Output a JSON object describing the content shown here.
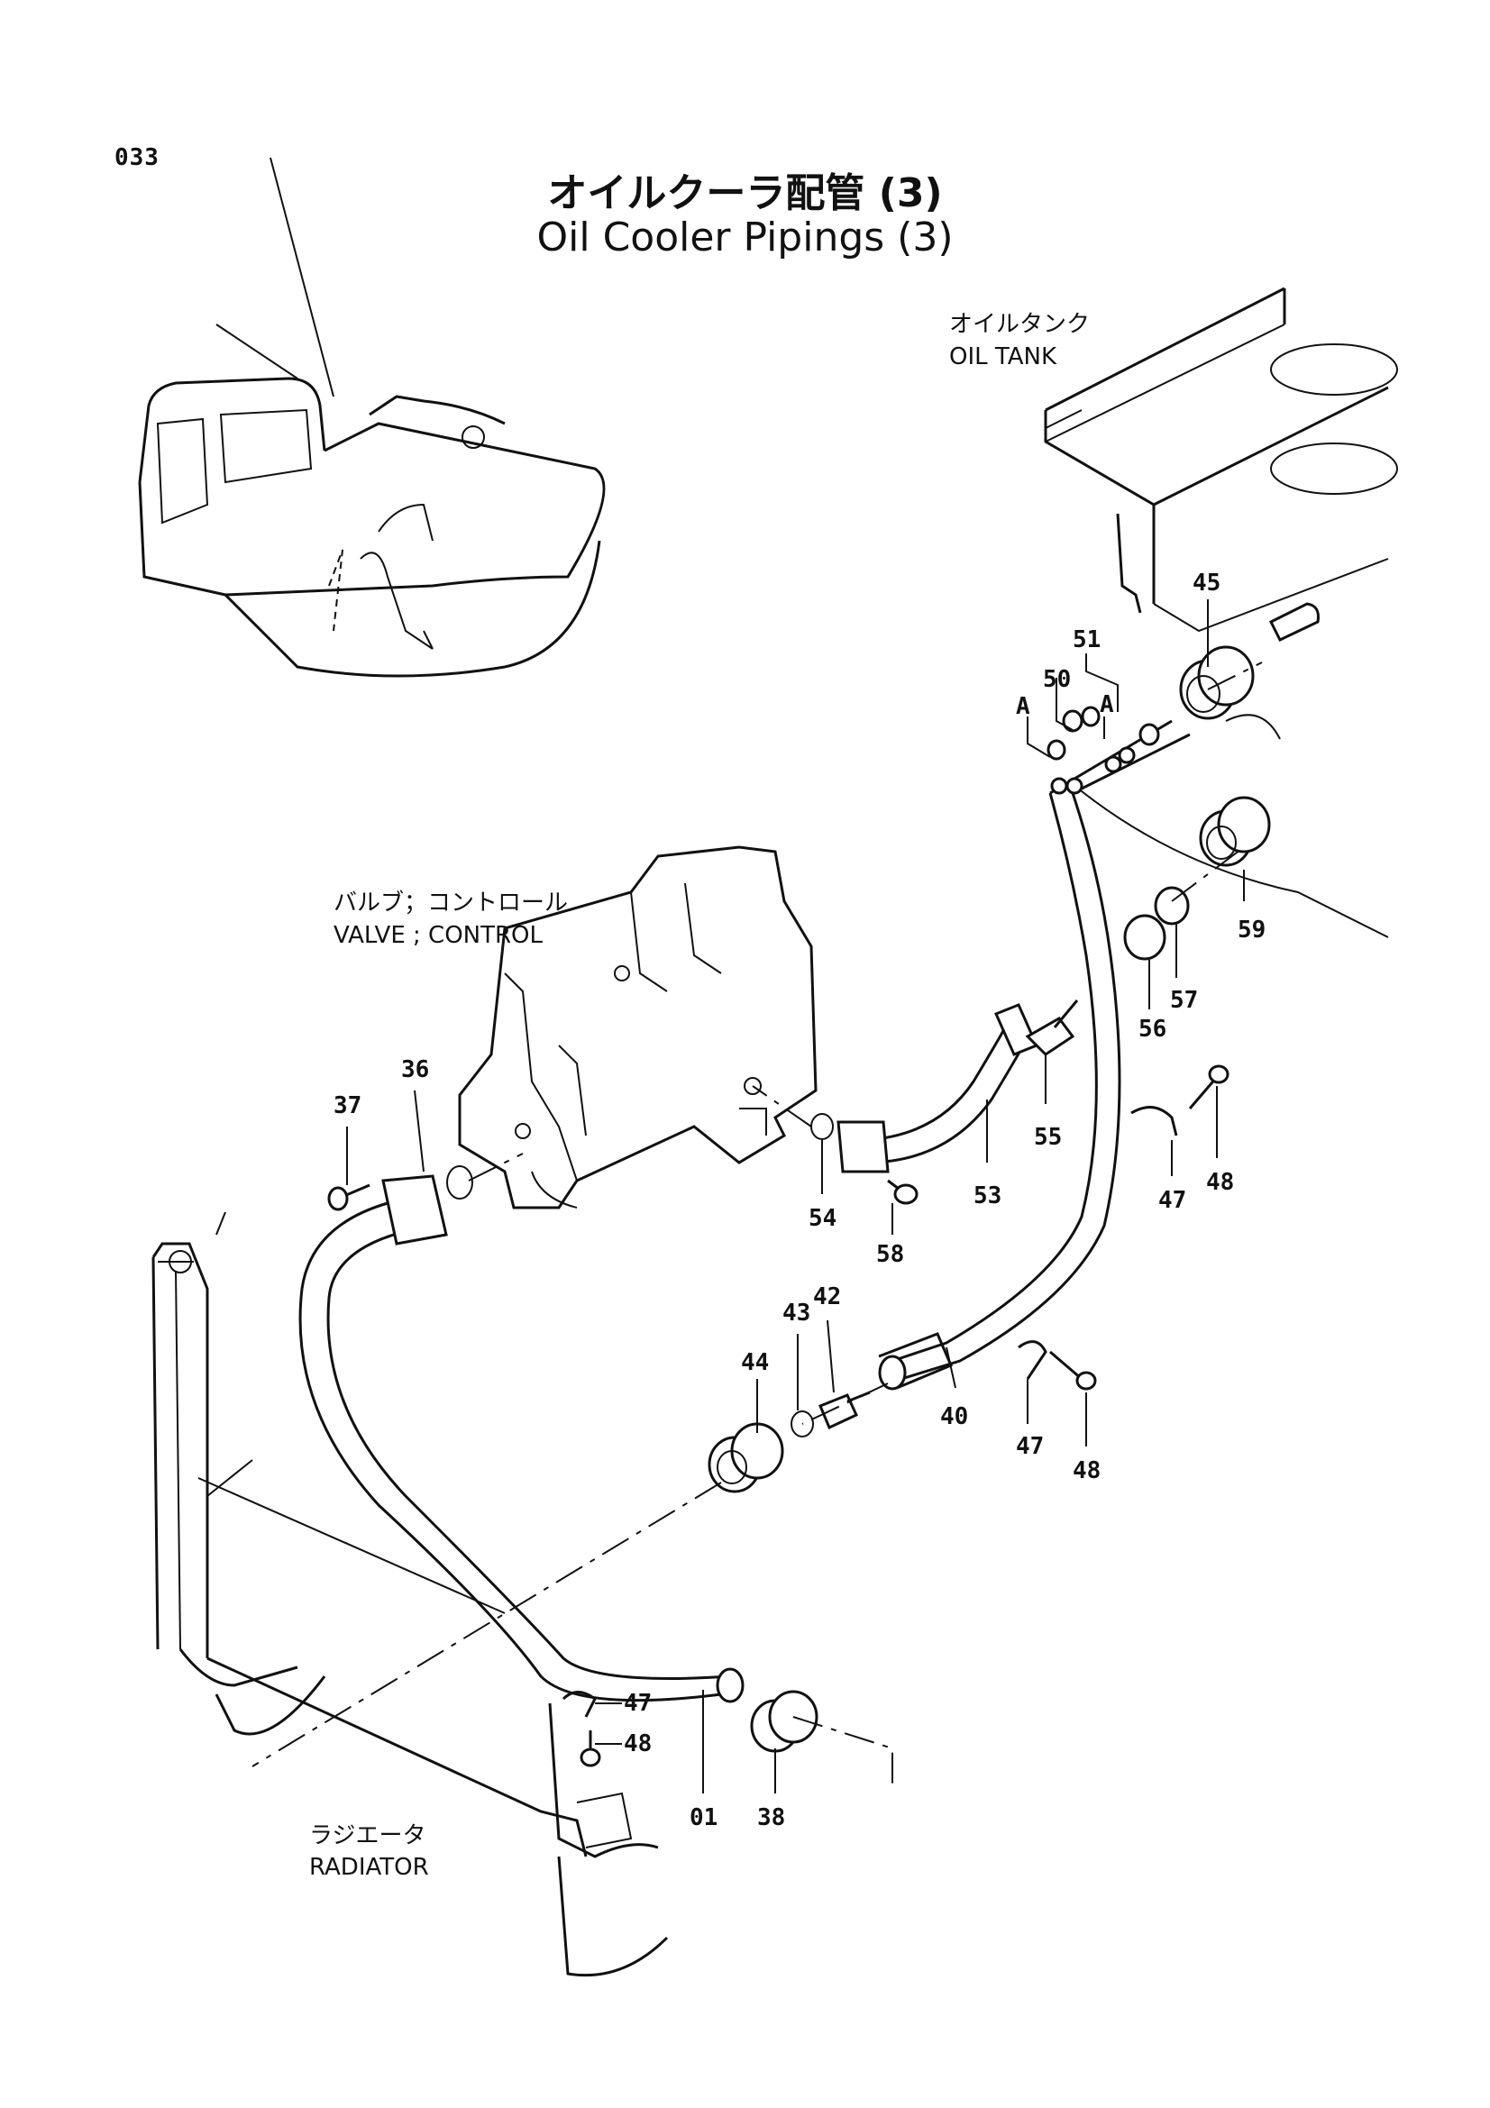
{
  "page_number": "033",
  "title_jp": "オイルクーラ配管 (3)",
  "title_en": "Oil Cooler Pipings (3)",
  "components": {
    "oil_tank_jp": "オイルタンク",
    "oil_tank_en": "OIL TANK",
    "valve_jp": "バルブ；コントロール",
    "valve_en": "VALVE ; CONTROL",
    "radiator_jp": "ラジエータ",
    "radiator_en": "RADIATOR"
  },
  "callouts": {
    "p45": "45",
    "p51": "51",
    "p50": "50",
    "pA1": "A",
    "pA2": "A",
    "p59": "59",
    "p57": "57",
    "p56": "56",
    "p55": "55",
    "p53": "53",
    "p54": "54",
    "p58": "58",
    "p36": "36",
    "p37": "37",
    "p47a": "47",
    "p48a": "48",
    "p44": "44",
    "p43": "43",
    "p42": "42",
    "p40": "40",
    "p47b": "47",
    "p48b": "48",
    "p47c": "47",
    "p48c": "48",
    "p01": "01",
    "p38": "38"
  }
}
